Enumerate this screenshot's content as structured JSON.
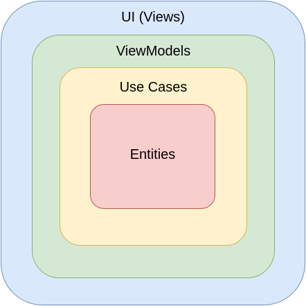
{
  "diagram": {
    "layers": [
      {
        "id": "ui",
        "label": "UI (Views)",
        "fill": "#dae8fc",
        "stroke": "#6c8ebf"
      },
      {
        "id": "viewmodels",
        "label": "ViewModels",
        "fill": "#d5e8d4",
        "stroke": "#82b366"
      },
      {
        "id": "usecases",
        "label": "Use Cases",
        "fill": "#fff2cc",
        "stroke": "#d6b656"
      },
      {
        "id": "entities",
        "label": "Entities",
        "fill": "#f8cecc",
        "stroke": "#b85450"
      }
    ]
  }
}
